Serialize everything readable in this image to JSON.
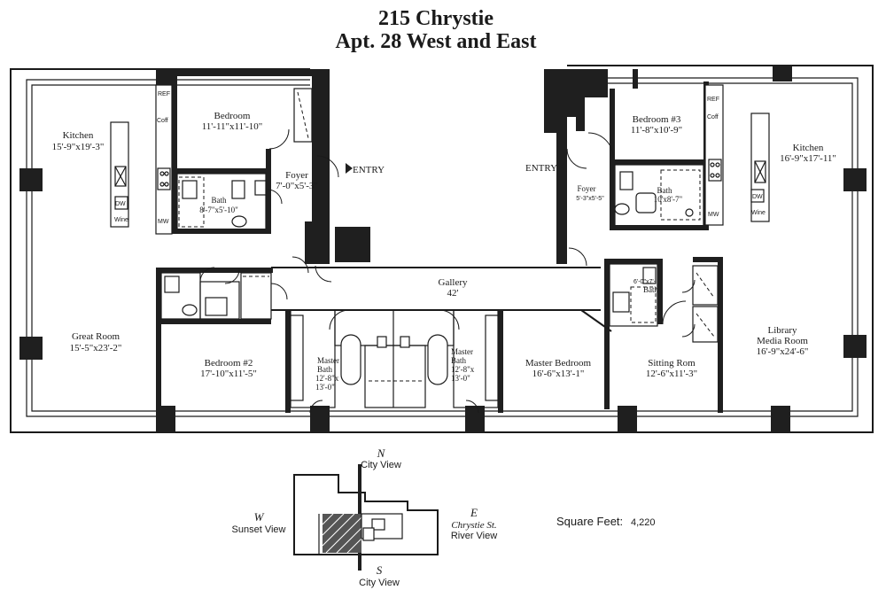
{
  "title": {
    "line1": "215 Chrystie",
    "line2": "Apt. 28 West and East"
  },
  "rooms": {
    "kitchen_west": {
      "name": "Kitchen",
      "dim": "15'-9\"x19'-3\""
    },
    "bedroom_west": {
      "name": "Bedroom",
      "dim": "11'-11\"x11'-10\""
    },
    "bath_west": {
      "name": "Bath",
      "dim": "8'-7\"x5'-10\""
    },
    "foyer_west": {
      "name": "Foyer",
      "dim": "7'-0\"x5'-3\""
    },
    "great_room": {
      "name": "Great Room",
      "dim": "15'-5\"x23'-2\""
    },
    "bedroom_2": {
      "name": "Bedroom #2",
      "dim": "17'-10\"x11'-5\""
    },
    "gallery": {
      "name": "Gallery",
      "dim": "42'"
    },
    "master_bath_left": {
      "l1": "Master",
      "l2": "Bath",
      "l3": "12'-8\"x",
      "l4": "13'-0\""
    },
    "master_bath_right": {
      "l1": "Master",
      "l2": "Bath",
      "l3": "12'-8\"x",
      "l4": "13'-0\""
    },
    "master_bedroom": {
      "name": "Master Bedroom",
      "dim": "16'-6\"x13'-1\""
    },
    "sitting_room": {
      "name": "Sitting Rom",
      "dim": "12'-6\"x11'-3\""
    },
    "bath_small": {
      "dim": "6'-0\"x7'-",
      "name": "Bath"
    },
    "bedroom_3": {
      "name": "Bedroom #3",
      "dim": "11'-8\"x10'-9\""
    },
    "bath_east": {
      "name": "Bath",
      "dim": "10'x8'-7\""
    },
    "foyer_east": {
      "name": "Foyer",
      "dim": "5'-3\"x5'-5\""
    },
    "kitchen_east": {
      "name": "Kitchen",
      "dim": "16'-9\"x17'-11\""
    },
    "library": {
      "l1": "Library",
      "l2": "Media Room",
      "dim": "16'-9\"x24'-6\""
    }
  },
  "appliances": {
    "ref": "REF",
    "coff": "Coff",
    "dw": "DW",
    "wine": "Wine",
    "mw": "MW"
  },
  "entry": {
    "west": "ENTRY",
    "east": "ENTRY"
  },
  "key_plan": {
    "north": {
      "letter": "N",
      "view": "City View"
    },
    "south": {
      "letter": "S",
      "view": "City View"
    },
    "west": {
      "letter": "W",
      "view": "Sunset View"
    },
    "east": {
      "letter": "E",
      "view1": "Chrystie St.",
      "view2": "River View"
    }
  },
  "square_feet": {
    "label": "Square Feet:",
    "value": "4,220"
  }
}
